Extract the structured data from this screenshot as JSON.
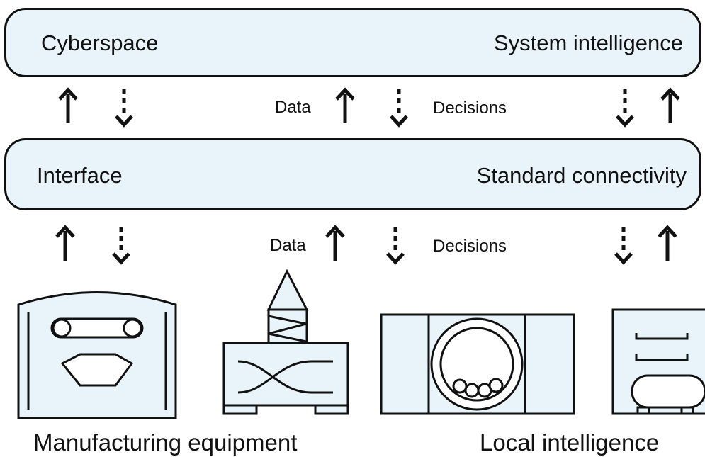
{
  "cyberspace": {
    "left_label": "Cyberspace",
    "right_label": "System  intelligence"
  },
  "interface": {
    "left_label": "Interface",
    "right_label": "Standard connectivity"
  },
  "arrows_upper": {
    "data_label": "Data",
    "decisions_label": "Decisions"
  },
  "arrows_lower": {
    "data_label": "Data",
    "decisions_label": "Decisions"
  },
  "bottom": {
    "left_caption": "Manufacturing equipment",
    "right_caption": "Local intelligence"
  },
  "colors": {
    "box_fill": "#e8f3fa",
    "stroke": "#111111"
  }
}
